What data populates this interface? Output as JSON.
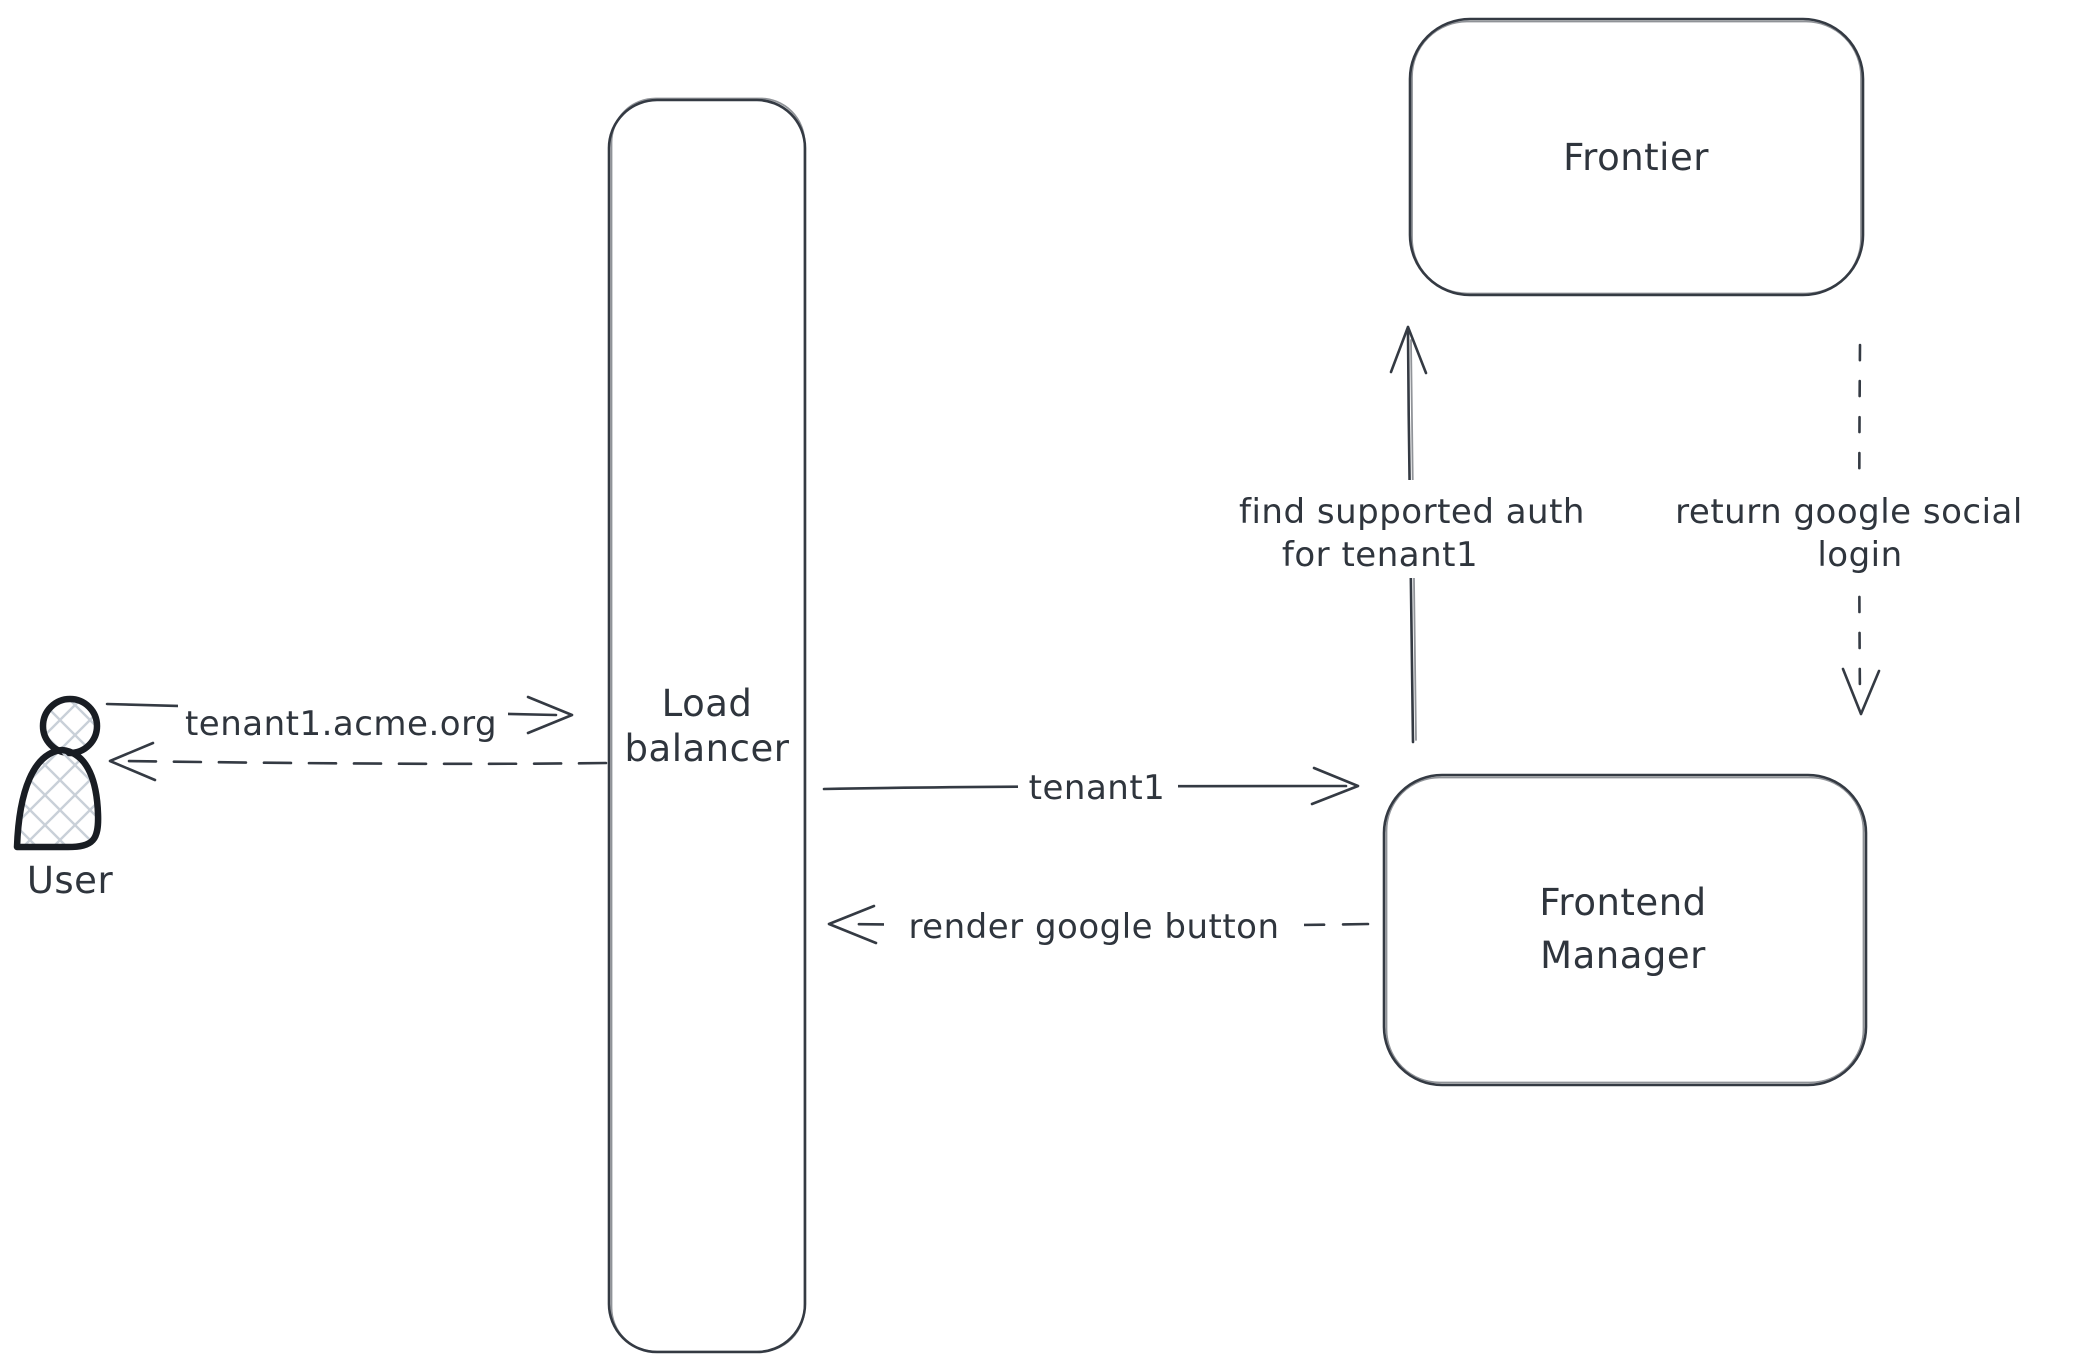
{
  "canvas": {
    "background": "#ffffff",
    "stroke_color": "#343a43",
    "text_color": "#2f353d",
    "user_stroke_color": "#191d23",
    "hatch_color": "#c9d0d8"
  },
  "nodes": {
    "user": {
      "label": "User",
      "icon": "person-icon"
    },
    "load_balancer": {
      "label": "Load balancer",
      "line1": "Load",
      "line2": "balancer"
    },
    "frontier": {
      "label": "Frontier"
    },
    "frontend_manager": {
      "label": "Frontend Manager",
      "line1": "Frontend",
      "line2": "Manager"
    }
  },
  "edges": {
    "user_to_lb": {
      "label": "tenant1.acme.org",
      "style": "solid",
      "direction": "right"
    },
    "lb_to_user": {
      "label": "",
      "style": "dashed",
      "direction": "left"
    },
    "lb_to_fm": {
      "label": "tenant1",
      "style": "solid",
      "direction": "right"
    },
    "fm_to_lb": {
      "label": "render google button",
      "style": "dashed",
      "direction": "left"
    },
    "fm_to_frontier": {
      "label": "find supported auth for tenant1",
      "line1": "find supported auth",
      "line2": "for tenant1",
      "style": "solid",
      "direction": "up"
    },
    "frontier_to_fm": {
      "label": "return google social login",
      "line1": "return google social",
      "line2": "login",
      "style": "dashed",
      "direction": "down"
    }
  }
}
